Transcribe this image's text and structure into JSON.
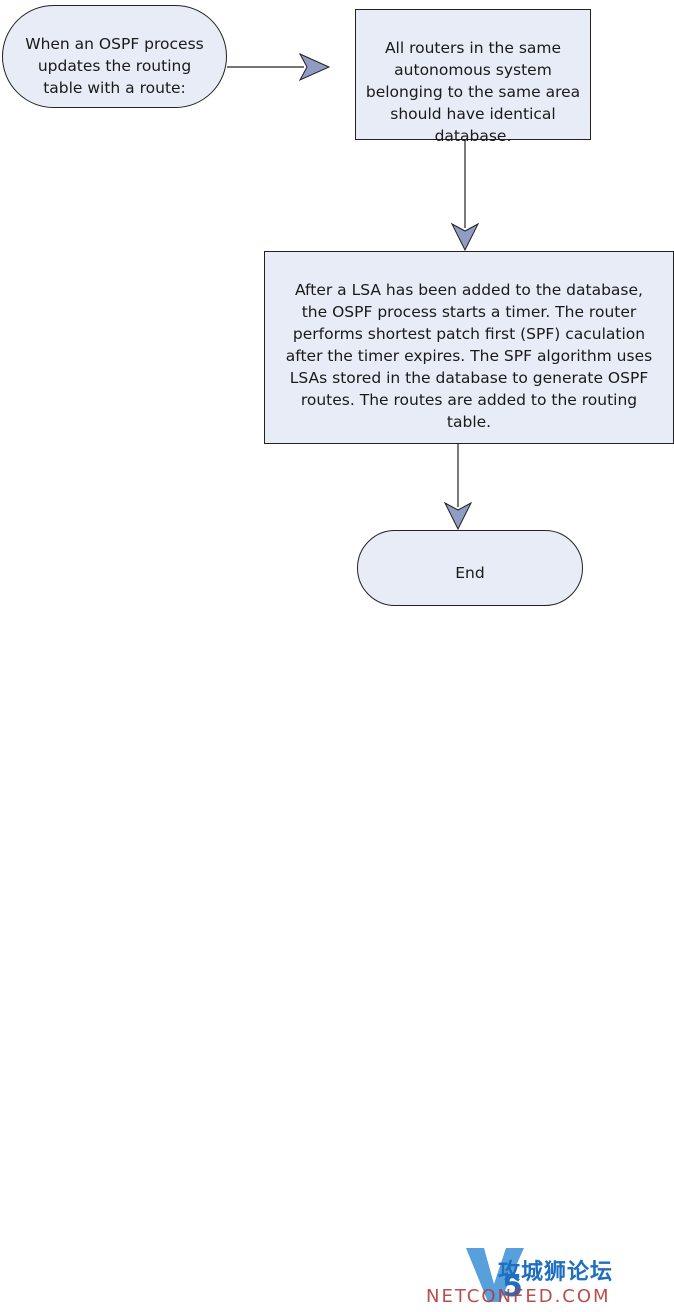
{
  "nodes": {
    "start": {
      "text": "When an OSPF process\nupdates the routing\ntable with a route:"
    },
    "database": {
      "text": "All routers in the same\nautonomous system\nbelonging to the same area\nshould have identical\ndatabase."
    },
    "lsa_timer": {
      "text": "After a LSA has been added to the database,\nthe OSPF process starts a timer. The router\nperforms shortest patch first (SPF) caculation\nafter the timer expires. The SPF algorithm uses\nLSAs stored in the database to generate OSPF\nroutes. The routes are added to the routing\ntable."
    },
    "end": {
      "text": "End"
    }
  },
  "colors": {
    "node_fill": "#e7ecf6",
    "node_stroke": "#222222",
    "arrowhead_fill": "#8f9dc4",
    "connector": "#222222"
  },
  "watermark": {
    "text_cn": "攻城狮论坛",
    "text_en": "NETCONFED.COM"
  }
}
